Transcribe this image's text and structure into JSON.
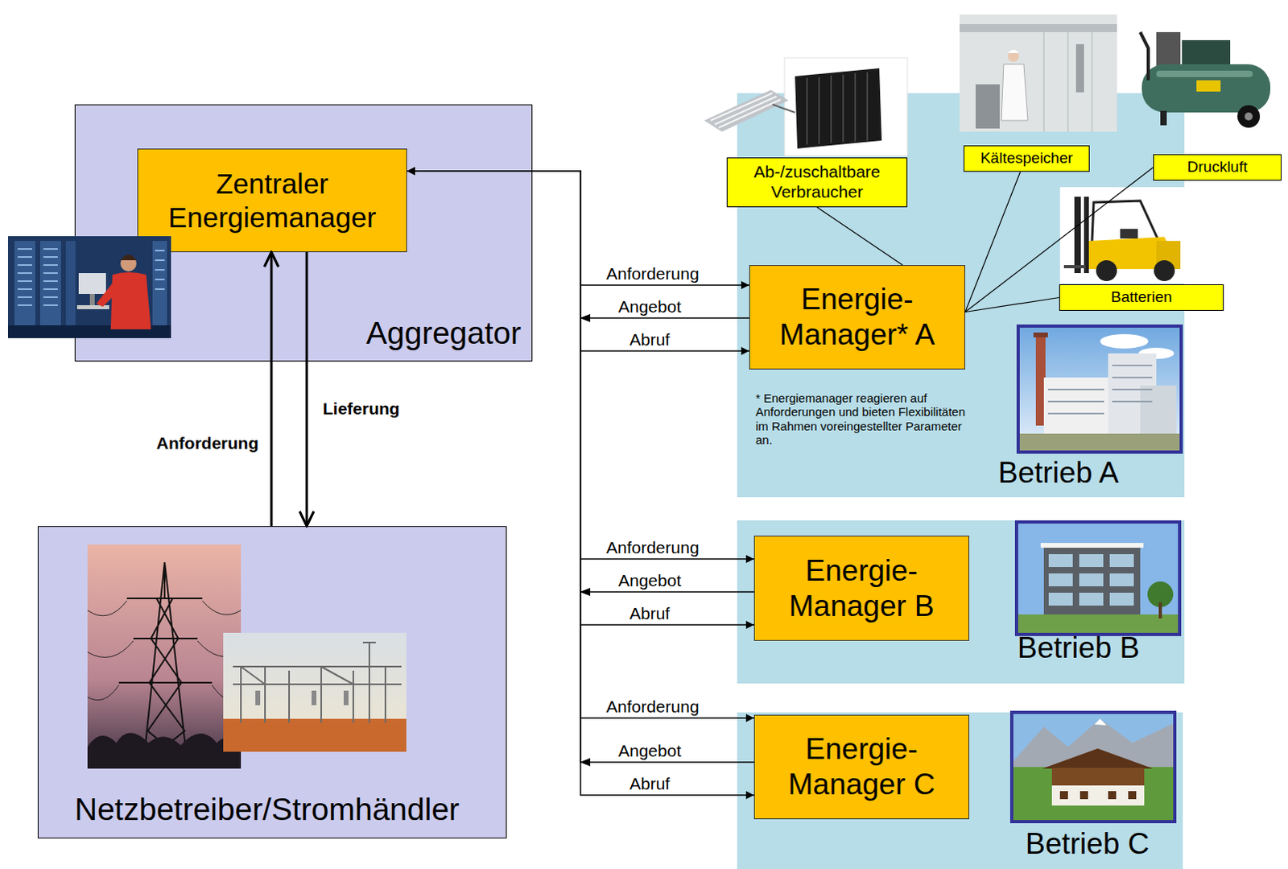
{
  "diagram": {
    "nodes": [
      {
        "text": [
          "Aggregator"
        ]
      },
      {
        "text": [
          "Zentraler Energiemanager"
        ],
        "in": 0
      },
      {
        "text": [
          "Netzbetreiber/Stromhändler"
        ]
      },
      {
        "text": [
          "Betrieb A",
          "* Energiemanager reagieren auf Anforderungen und bieten Flexibilitäten im Rahmen voreingestellter Parameter an."
        ]
      },
      {
        "text": [
          "Ab-/zuschaltbare Verbraucher"
        ],
        "in": 3
      },
      {
        "text": [
          "Kältespeicher"
        ],
        "in": 3
      },
      {
        "text": [
          "Druckluft"
        ]
      },
      {
        "text": [
          "Energie-Manager* A"
        ],
        "in": 3
      },
      {
        "text": [
          "Batterien"
        ]
      },
      {
        "text": [
          "Betrieb B"
        ]
      },
      {
        "text": [
          "Energie-Manager B"
        ],
        "in": 9
      },
      {
        "text": [
          "Betrieb C"
        ]
      },
      {
        "text": [
          "Energie-Manager C"
        ],
        "in": 11
      }
    ],
    "edges": [
      {
        "from": 2,
        "to": 1,
        "label": "Anforderung",
        "arrow": "to"
      },
      {
        "from": 1,
        "to": 2,
        "label": "Lieferung",
        "arrow": "to"
      },
      {
        "from": 1,
        "to": 7,
        "label": "Anforderung",
        "arrow": "to"
      },
      {
        "from": 7,
        "to": 1,
        "label": "Angebot",
        "arrow": "to"
      },
      {
        "from": 1,
        "to": 7,
        "label": "Abruf",
        "arrow": "to"
      },
      {
        "from": 1,
        "to": 10,
        "label": "Anforderung",
        "arrow": "to"
      },
      {
        "from": 10,
        "to": 1,
        "label": "Angebot",
        "arrow": "to"
      },
      {
        "from": 1,
        "to": 10,
        "label": "Abruf",
        "arrow": "to"
      },
      {
        "from": 1,
        "to": 12,
        "label": "Anforderung",
        "arrow": "to"
      },
      {
        "from": 12,
        "to": 1,
        "label": "Angebot",
        "arrow": "to"
      },
      {
        "from": 1,
        "to": 12,
        "label": "Abruf",
        "arrow": "to"
      },
      {
        "from": 7,
        "to": 4,
        "arrow": "none"
      },
      {
        "from": 7,
        "to": 5,
        "arrow": "none"
      },
      {
        "from": 7,
        "to": 6,
        "arrow": "none"
      },
      {
        "from": 7,
        "to": 8,
        "arrow": "none"
      }
    ]
  }
}
